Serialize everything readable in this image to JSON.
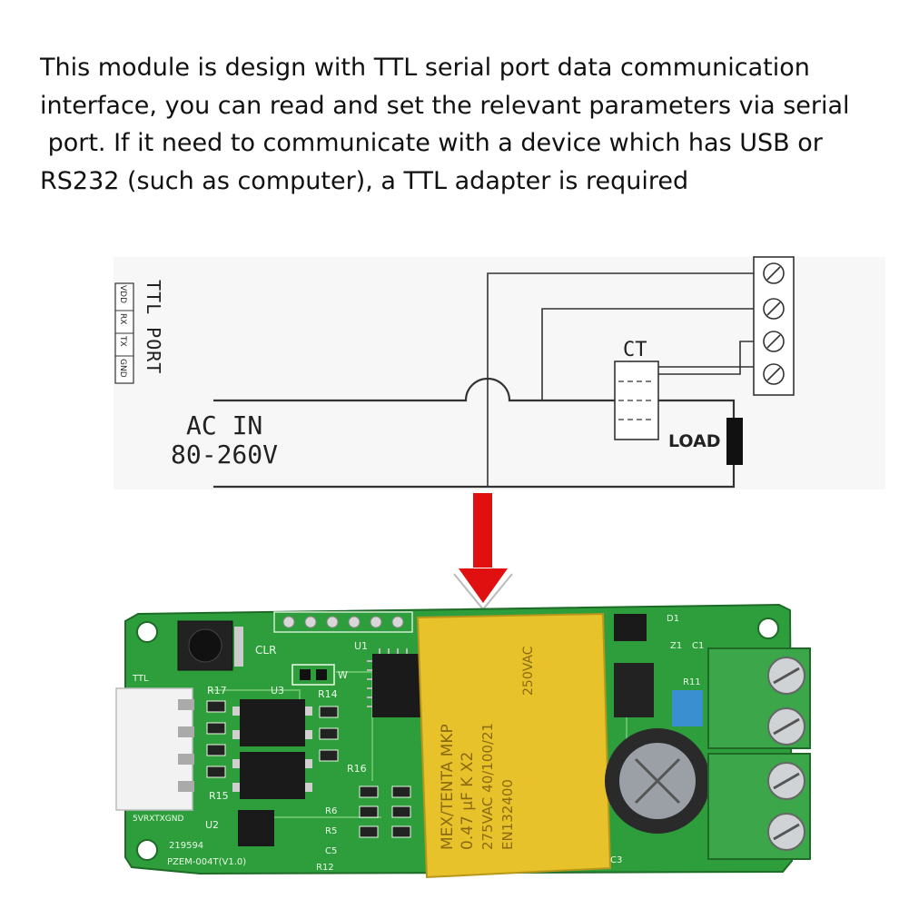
{
  "intro": {
    "lines": [
      "This module is design with TTL serial port data communication",
      "interface, you can read and set the relevant parameters via serial",
      " port. If it need to communicate with a device which has USB or",
      "RS232 (such as computer), a TTL adapter is required"
    ]
  },
  "diagram": {
    "ttl_port_label": "TTL PORT",
    "pins": [
      "VDD",
      "RX",
      "TX",
      "GND"
    ],
    "ac_in_label": "AC IN",
    "voltage_label": "80-260V",
    "ct_label": "CT",
    "load_label": "LOAD"
  },
  "board": {
    "silkscreen": {
      "clr": "CLR",
      "u1": "U1",
      "u2": "U2",
      "u3": "U3",
      "w": "W",
      "ttl": "TTL",
      "r17": "R17",
      "r14": "R14",
      "r16": "R16",
      "r15": "R15",
      "r6": "R6",
      "r5": "R5",
      "c5": "C5",
      "r12": "R12",
      "r11": "R11",
      "z1": "Z1",
      "c1": "C1",
      "d1": "D1",
      "c3": "C3",
      "pins_row": "5VRXTXGND",
      "serial": "219594",
      "model": "PZEM-004T(V1.0)"
    },
    "capacitor_text": {
      "line1": "MEX/TENTA MKP",
      "line2": "0.47 μF  K  X2",
      "line3": "275VAC 40/100/21",
      "line4": "250VAC",
      "line5": "EN132400"
    }
  },
  "colors": {
    "pcb_green": "#2e9e3c",
    "terminal_green": "#3ca64a",
    "capacitor_yellow": "#e8c22a",
    "arrow_red": "#e01010"
  }
}
